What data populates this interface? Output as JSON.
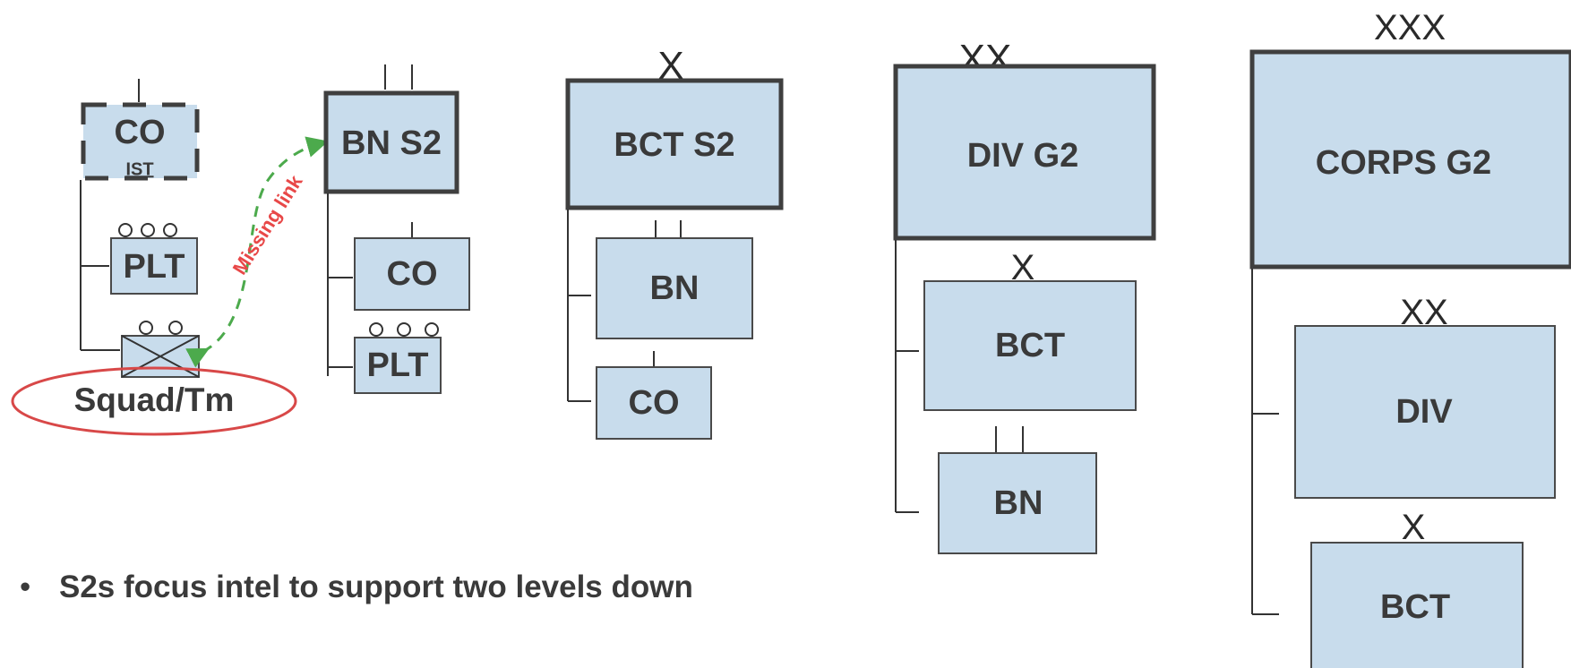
{
  "colors": {
    "box_fill": "#c8dcec",
    "box_stroke": "#3f3f3f",
    "missing_link": "#e84848",
    "arrow": "#4caa4c",
    "oval": "#d84848"
  },
  "col1": {
    "co_label": "CO",
    "ist_label": "IST",
    "plt_label": "PLT",
    "squad_label": "Squad/Tm",
    "missing_link_label": "Missing link"
  },
  "col2": {
    "bn_s2_label": "BN S2",
    "co_label": "CO",
    "plt_label": "PLT"
  },
  "col3": {
    "echelon": "X",
    "bct_s2_label": "BCT S2",
    "bn_label": "BN",
    "co_label": "CO"
  },
  "col4": {
    "echelon": "XX",
    "div_g2_label": "DIV G2",
    "bct_echelon": "X",
    "bct_label": "BCT",
    "bn_label": "BN"
  },
  "col5": {
    "echelon": "XXX",
    "corps_g2_label": "CORPS G2",
    "div_echelon": "XX",
    "div_label": "DIV",
    "bct_echelon": "X",
    "bct_label": "BCT"
  },
  "bullet": {
    "symbol": "•",
    "text": "S2s focus intel to support two levels down"
  }
}
